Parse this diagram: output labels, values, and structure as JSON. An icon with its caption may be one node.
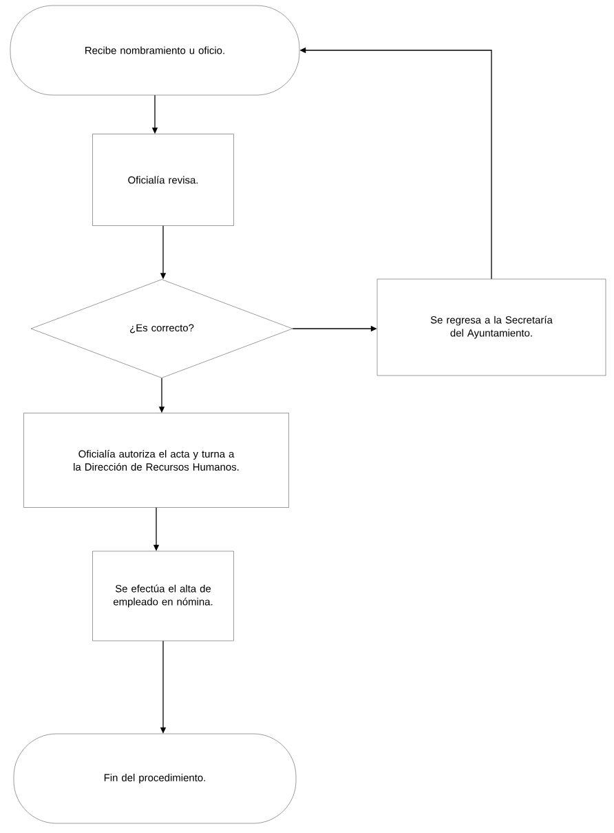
{
  "diagram": {
    "nodes": [
      {
        "text": [
          "Recibe nombramiento u oficio."
        ]
      },
      {
        "text": [
          "Oficialía revisa."
        ]
      },
      {
        "text": [
          "¿Es correcto?"
        ]
      },
      {
        "text": [
          "Se regresa a la Secretaría del Ayuntamiento."
        ]
      },
      {
        "text": [
          "Oficialía autoriza el acta y turna a la Dirección de Recursos Humanos."
        ]
      },
      {
        "text": [
          "Se efectúa el alta de empleado en nómina."
        ]
      },
      {
        "text": [
          "Fin del procedimiento."
        ]
      }
    ],
    "edges": [
      {
        "from": 0,
        "to": 1,
        "arrow": "to"
      },
      {
        "from": 1,
        "to": 2,
        "arrow": "to"
      },
      {
        "from": 2,
        "to": 3,
        "arrow": "to"
      },
      {
        "from": 3,
        "to": 0,
        "arrow": "to"
      },
      {
        "from": 2,
        "to": 4,
        "arrow": "to"
      },
      {
        "from": 4,
        "to": 5,
        "arrow": "to"
      },
      {
        "from": 5,
        "to": 6,
        "arrow": "to"
      }
    ]
  }
}
